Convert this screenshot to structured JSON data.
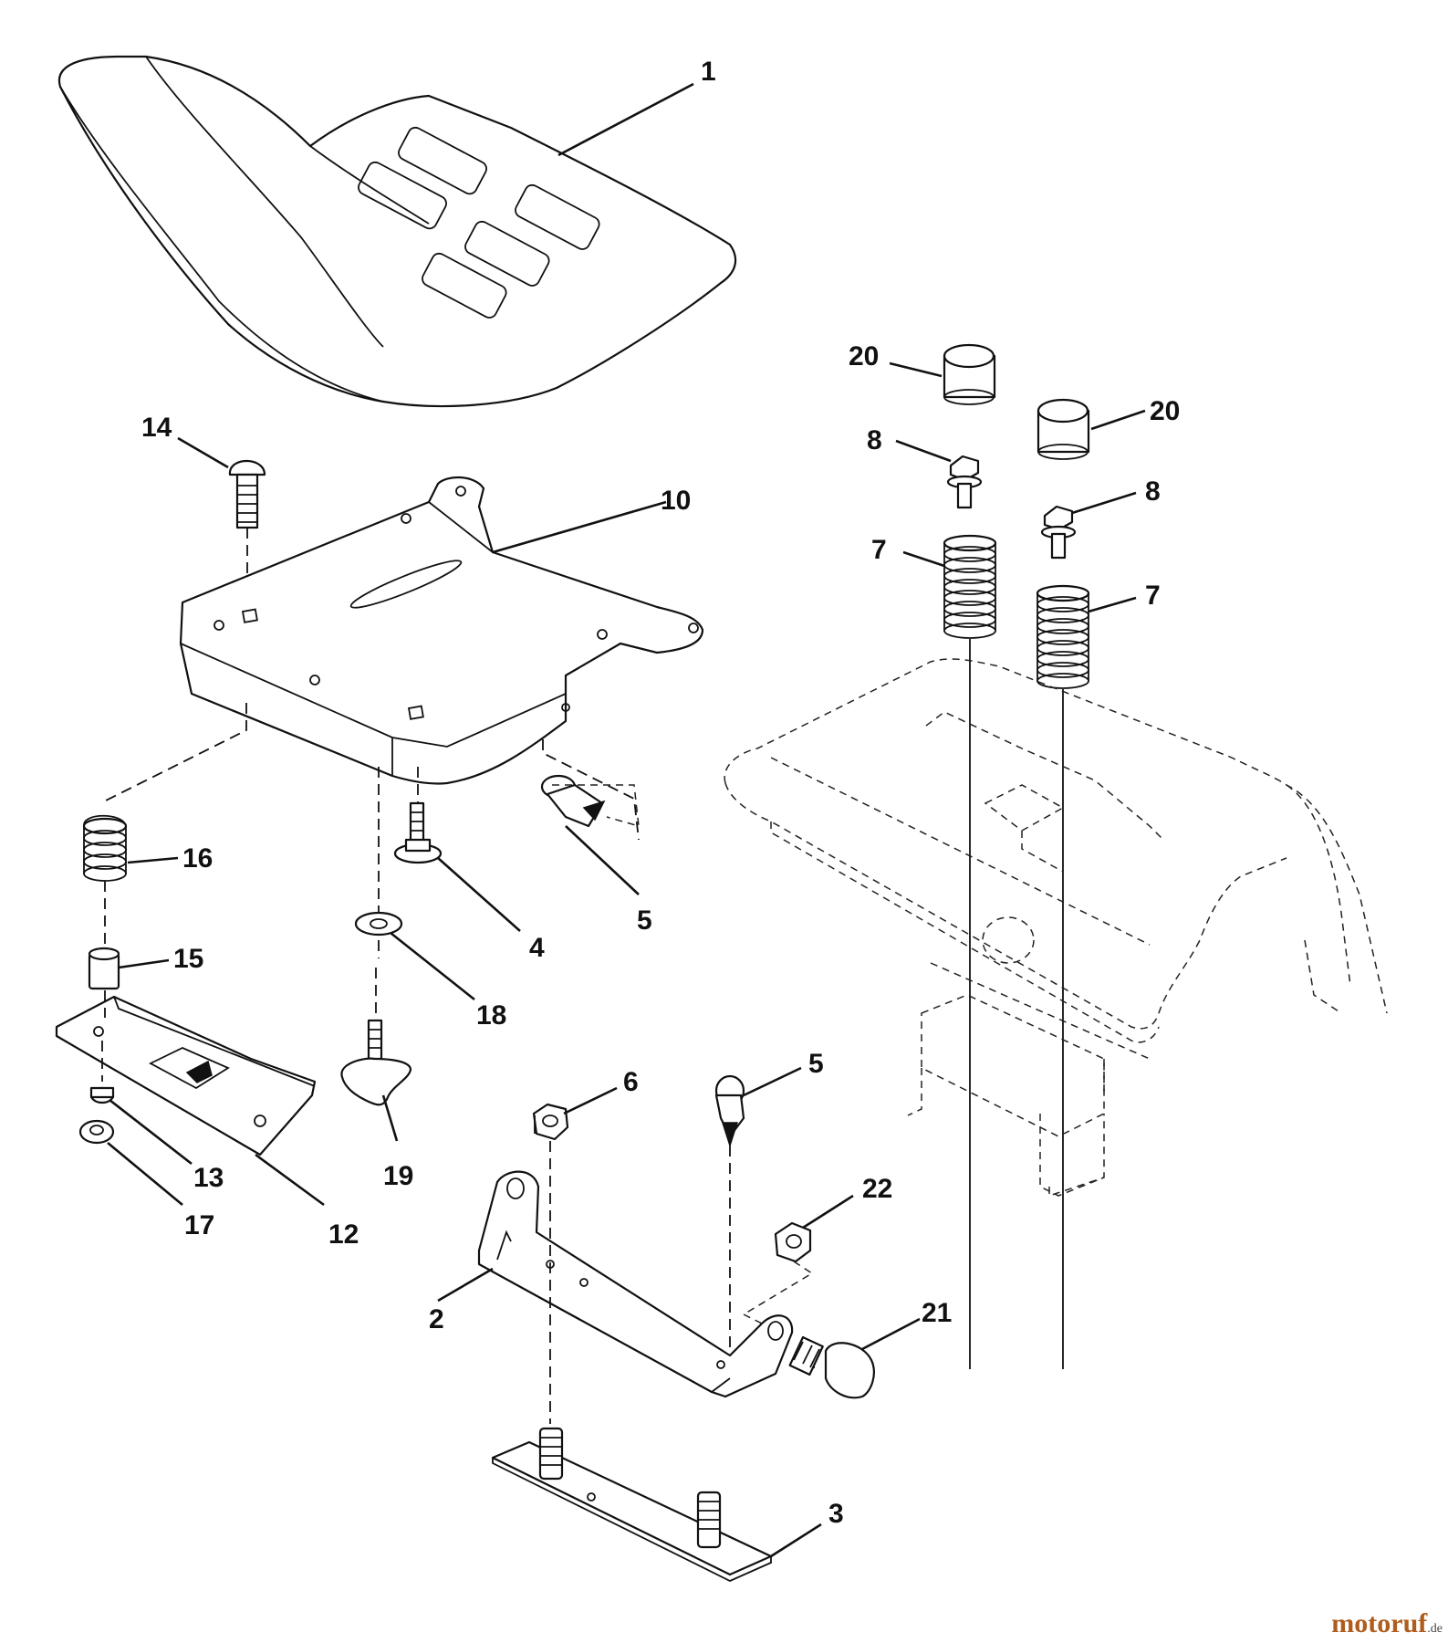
{
  "callouts": {
    "c1": "1",
    "c2": "2",
    "c3": "3",
    "c4": "4",
    "c5a": "5",
    "c5b": "5",
    "c6": "6",
    "c7a": "7",
    "c7b": "7",
    "c8a": "8",
    "c8b": "8",
    "c10": "10",
    "c12": "12",
    "c13": "13",
    "c14": "14",
    "c15": "15",
    "c16": "16",
    "c17": "17",
    "c18": "18",
    "c19": "19",
    "c20a": "20",
    "c20b": "20",
    "c21": "21",
    "c22": "22"
  },
  "watermark": {
    "main": "motoruf",
    "suffix": ".de"
  }
}
